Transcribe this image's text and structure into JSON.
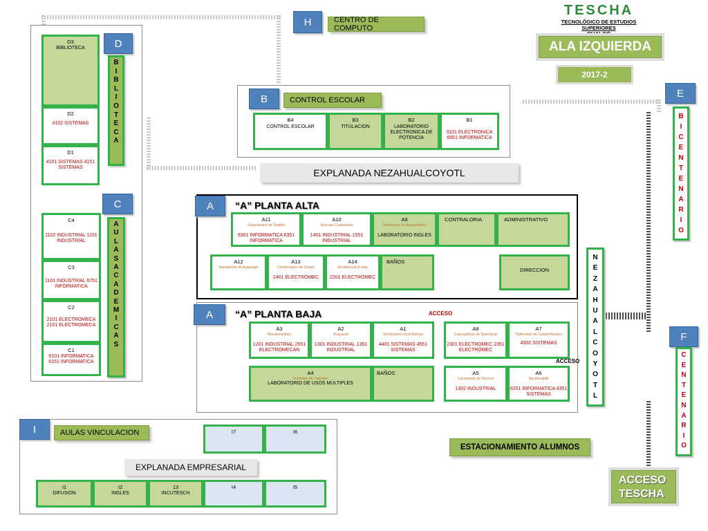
{
  "logo": {
    "brand": "TESCHA",
    "line1": "TECNOLÓGICO DE ESTUDIOS SUPERIORES",
    "line2": "CHALCO"
  },
  "header": {
    "title": "ALA IZQUIERDA",
    "period": "2017-2"
  },
  "section_h": {
    "letter": "H",
    "label": "CENTRO DE COMPUTO"
  },
  "section_b": {
    "letter": "B",
    "label": "CONTROL ESCOLAR",
    "rooms": [
      {
        "id": "B4",
        "text": "CONTROL ESCOLAR",
        "groups": ""
      },
      {
        "id": "B3",
        "text": "TITULACION",
        "groups": ""
      },
      {
        "id": "B2",
        "text": "LABORATORIO ELECTRONICA DE POTENCIA",
        "groups": ""
      },
      {
        "id": "B1",
        "text": "",
        "groups": "3101 ELECTRONICA 6851 INFORMATICA"
      }
    ]
  },
  "explanada": "EXPLANADA NEZAHUALCOYOTL",
  "section_d": {
    "letter": "D",
    "vertical": "BIBLIOTECA",
    "rooms": [
      {
        "id": "D3",
        "text": "BIBLIOTECA",
        "groups": ""
      },
      {
        "id": "D2",
        "text": "",
        "groups": "4102 SISTEMAS"
      },
      {
        "id": "D1",
        "text": "",
        "groups": "4101 SISTEMAS 4151 SISTEMAS"
      }
    ]
  },
  "section_c": {
    "letter": "C",
    "vertical": "AULAS ACADEMICAS",
    "rooms": [
      {
        "id": "C4",
        "groups": "1102 INDUSTRIAL 1151 INDUSTRIAL"
      },
      {
        "id": "C3",
        "groups": "1101 INDUSTRIAL 6751 INFORMATICA"
      },
      {
        "id": "C2",
        "groups": "2101 ELECTROMECA 2151 ELECTROMECA"
      },
      {
        "id": "C1",
        "groups": "6101 INFORMATICA 6151 INFORMATICA"
      }
    ]
  },
  "planta_alta": {
    "letter": "A",
    "title": "“A” PLANTA ALTA",
    "row1": [
      {
        "id": "A11",
        "sub": "Xayacamach de Tizatlan",
        "text": "",
        "groups": "6301 INFORMATICA 6351 INFORMATICA"
      },
      {
        "id": "A10",
        "sub": "Ayocuan Cuetzpalzin",
        "text": "",
        "groups": "1401 INDUSTRIAL 1551 INDUSTRIAL"
      },
      {
        "id": "A9",
        "sub": "Tezozomoc de Azcapotzalco",
        "text": "LABORATORIO INGLES",
        "groups": ""
      },
      {
        "id": "CONTRALORIA",
        "sub": "",
        "text": "",
        "groups": ""
      },
      {
        "id": "ADMINISTRATIVO",
        "sub": "",
        "text": "",
        "groups": ""
      }
    ],
    "row2": [
      {
        "id": "A12",
        "sub": "Aquiauhtzin de Ayapango",
        "text": "",
        "groups": ""
      },
      {
        "id": "A13",
        "sub": "Chichicuepon de Chalco",
        "text": "",
        "groups": "2401 ELECTROMEC"
      },
      {
        "id": "A14",
        "sub": "Xicohtencatl el viejo",
        "text": "",
        "groups": "2201 ELECTROMEC"
      },
      {
        "id": "BAÑOS",
        "sub": "",
        "text": "",
        "groups": ""
      },
      {
        "id": "DIRECCION",
        "sub": "",
        "text": "",
        "groups": ""
      }
    ]
  },
  "planta_baja": {
    "letter": "A",
    "title": "“A” PLANTA BAJA",
    "acceso1": "ACCESO",
    "acceso2": "ACCESO",
    "row1": [
      {
        "id": "A3",
        "sub": "Macuilxochitzin",
        "groups": "1201 INDUSTRIAL 2551 ELECTROMECAN"
      },
      {
        "id": "A2",
        "sub": "Axayacatl",
        "groups": "1301 INDUSTRIAL 1351 INDUSTRIAL"
      },
      {
        "id": "A1",
        "sub": "Tochihuitzin coyolchiuhqui",
        "groups": "4401 SISTEMAS 4551 SISTEMAS"
      },
      {
        "id": "A8",
        "sub": "Cuacuauhtzin de Tepechpan",
        "groups": "2301 ELECTROMEC 2351 ELECTROMEC"
      },
      {
        "id": "A7",
        "sub": "Tlaltecatzin de Cuauhchinanco",
        "groups": "4302 SISTEMAS"
      }
    ],
    "row2": [
      {
        "id": "A4",
        "sub": "Temilotzin de Tlatelolco",
        "text": "LABORATORIO DE USOS MÚLTIPLES",
        "groups": ""
      },
      {
        "id": "BAÑOS",
        "sub": "",
        "text": "",
        "groups": ""
      },
      {
        "id": "A5",
        "sub": "Cacamatzin de Texcoco",
        "text": "",
        "groups": "1302 INDUSTRIAL"
      },
      {
        "id": "A6",
        "sub": "Nezahualpilli",
        "text": "",
        "groups": "6201 INFORMATICA 4351 SISTEMAS"
      }
    ]
  },
  "nezahualcoyotl_vertical": "NEZAHUALCOYOTL",
  "section_e": {
    "letter": "E",
    "vertical": "BICENTENARIO"
  },
  "section_f": {
    "letter": "F",
    "vertical": "CENTENARIO"
  },
  "section_i": {
    "letter": "I",
    "label": "AULAS VINCULACION",
    "explanada": "EXPLANADA EMPRESARIAL",
    "top": [
      {
        "id": "I7",
        "text": ""
      },
      {
        "id": "I6",
        "text": ""
      }
    ],
    "bottom": [
      {
        "id": "I1",
        "text": "DIFUSION"
      },
      {
        "id": "I2",
        "text": "INGLES"
      },
      {
        "id": "13",
        "text": "INCUTESCH"
      },
      {
        "id": "I4",
        "text": ""
      },
      {
        "id": "I5",
        "text": ""
      }
    ]
  },
  "parking": "ESTACIONAMIENTO ALUMNOS",
  "access": {
    "line1": "ACCESO",
    "line2": "TESCHA"
  }
}
